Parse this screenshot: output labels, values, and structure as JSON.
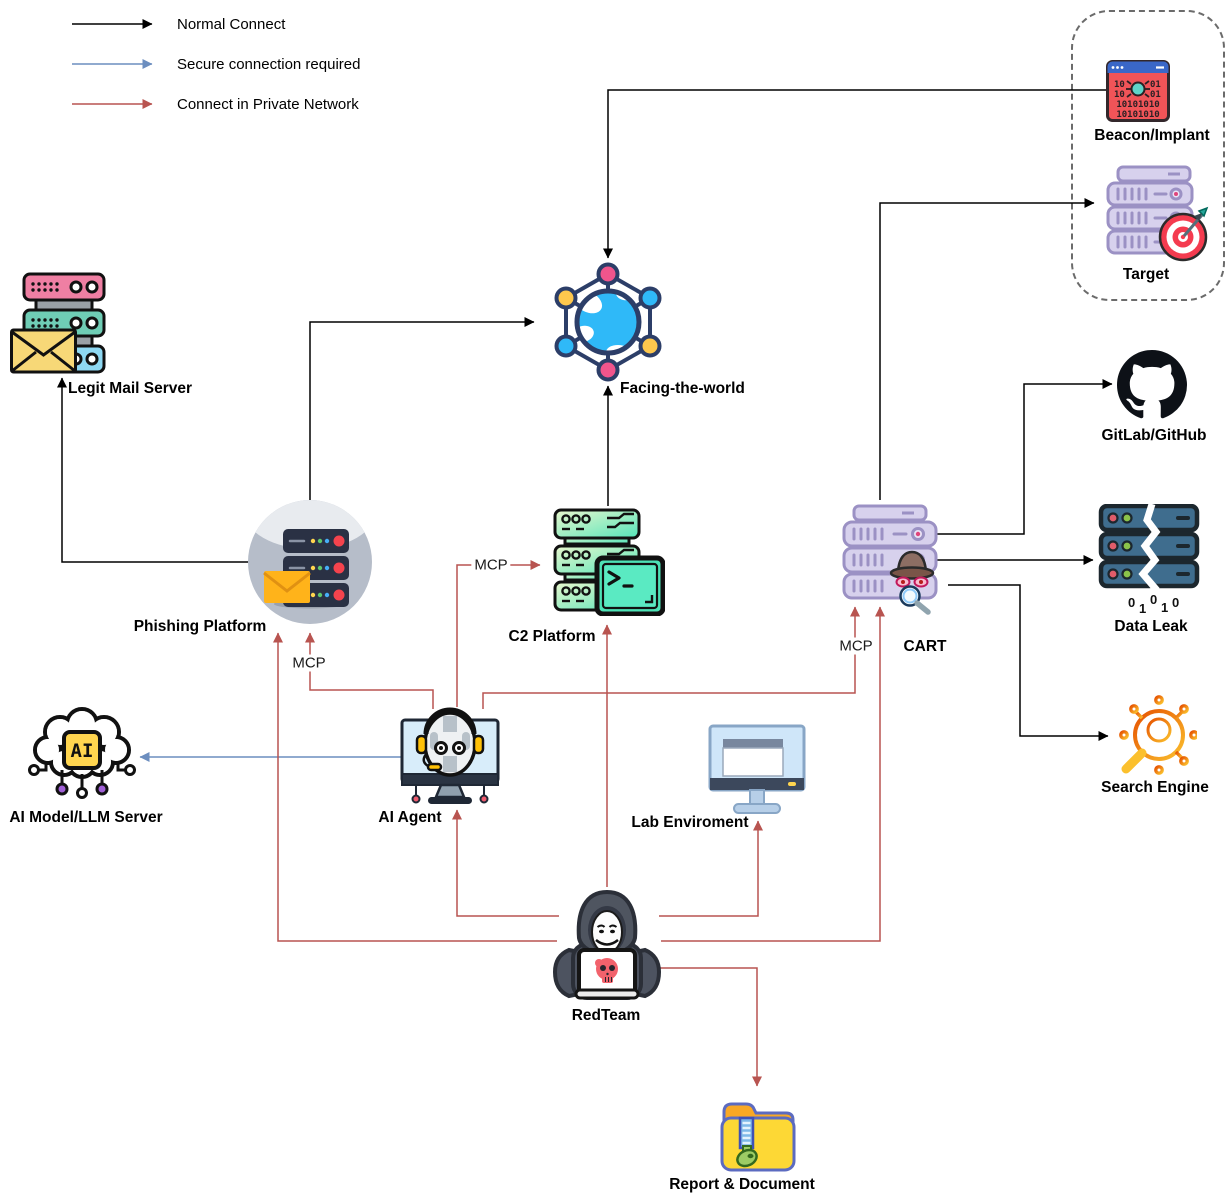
{
  "legend": {
    "items": [
      {
        "label": "Normal Connect",
        "color": "#000000"
      },
      {
        "label": "Secure connection required",
        "color": "#6c8ebf"
      },
      {
        "label": "Connect in Private Network",
        "color": "#b85450"
      }
    ]
  },
  "nodes": {
    "beacon": {
      "label": "Beacon/Implant",
      "code_row1_left": "10",
      "code_row1_right": "01",
      "code_row2_left": "10",
      "code_row2_right": "01",
      "code_row3": "10101010",
      "code_row4": "10101010"
    },
    "target": {
      "label": "Target"
    },
    "facing": {
      "label": "Facing-the-world"
    },
    "mail": {
      "label": "Legit Mail Server"
    },
    "phishing": {
      "label": "Phishing Platform"
    },
    "c2": {
      "label": "C2 Platform"
    },
    "cart": {
      "label": "CART"
    },
    "github": {
      "label": "GitLab/GitHub"
    },
    "dataleak": {
      "label": "Data Leak",
      "binary": [
        "0",
        "1",
        "0",
        "1",
        "0"
      ]
    },
    "search": {
      "label": "Search Engine"
    },
    "aimodel": {
      "label": "AI Model/LLM Server",
      "chip": "AI"
    },
    "aiagent": {
      "label": "AI Agent"
    },
    "lab": {
      "label": "Lab Enviroment"
    },
    "redteam": {
      "label": "RedTeam"
    },
    "report": {
      "label": "Report & Document"
    }
  },
  "edge_labels": {
    "phishing_mcp": "MCP",
    "c2_mcp": "MCP",
    "cart_mcp": "MCP"
  },
  "colors": {
    "normal_connect": "#000000",
    "secure_connection": "#6c8ebf",
    "private_network": "#b85450"
  }
}
